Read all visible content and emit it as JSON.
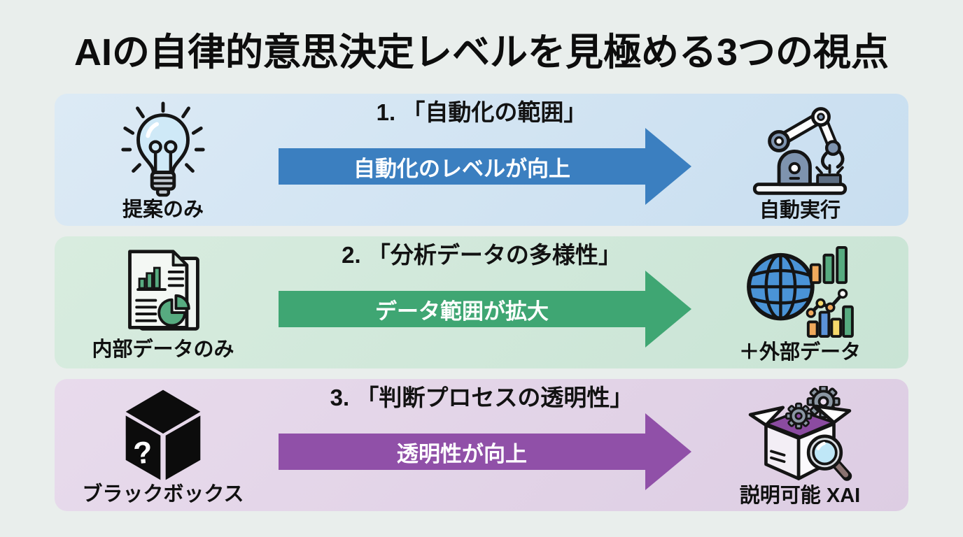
{
  "page": {
    "title": "AIの自律的意思決定レベルを見極める3つの視点",
    "background_color": "#e9eeec",
    "title_color": "#0d0d0d"
  },
  "rows": [
    {
      "heading": "1. 「自動化の範囲」",
      "arrow_label": "自動化のレベルが向上",
      "band_color": "#cde2f1",
      "arrow_color": "#3b7fc0",
      "left": {
        "icon": "lightbulb-icon",
        "label": "提案のみ"
      },
      "right": {
        "icon": "robot-arm-icon",
        "label": "自動実行"
      }
    },
    {
      "heading": "2. 「分析データの多様性」",
      "arrow_label": "データ範囲が拡大",
      "band_color": "#cfe6d9",
      "arrow_color": "#3fa673",
      "left": {
        "icon": "report-documents-icon",
        "label": "内部データのみ"
      },
      "right": {
        "icon": "globe-charts-icon",
        "label": "＋外部データ"
      }
    },
    {
      "heading": "3. 「判断プロセスの透明性」",
      "arrow_label": "透明性が向上",
      "band_color": "#e3d4e7",
      "arrow_color": "#9050a8",
      "left": {
        "icon": "black-box-icon",
        "label": "ブラックボックス"
      },
      "right": {
        "icon": "open-box-xai-icon",
        "label": "説明可能 XAI"
      }
    }
  ]
}
